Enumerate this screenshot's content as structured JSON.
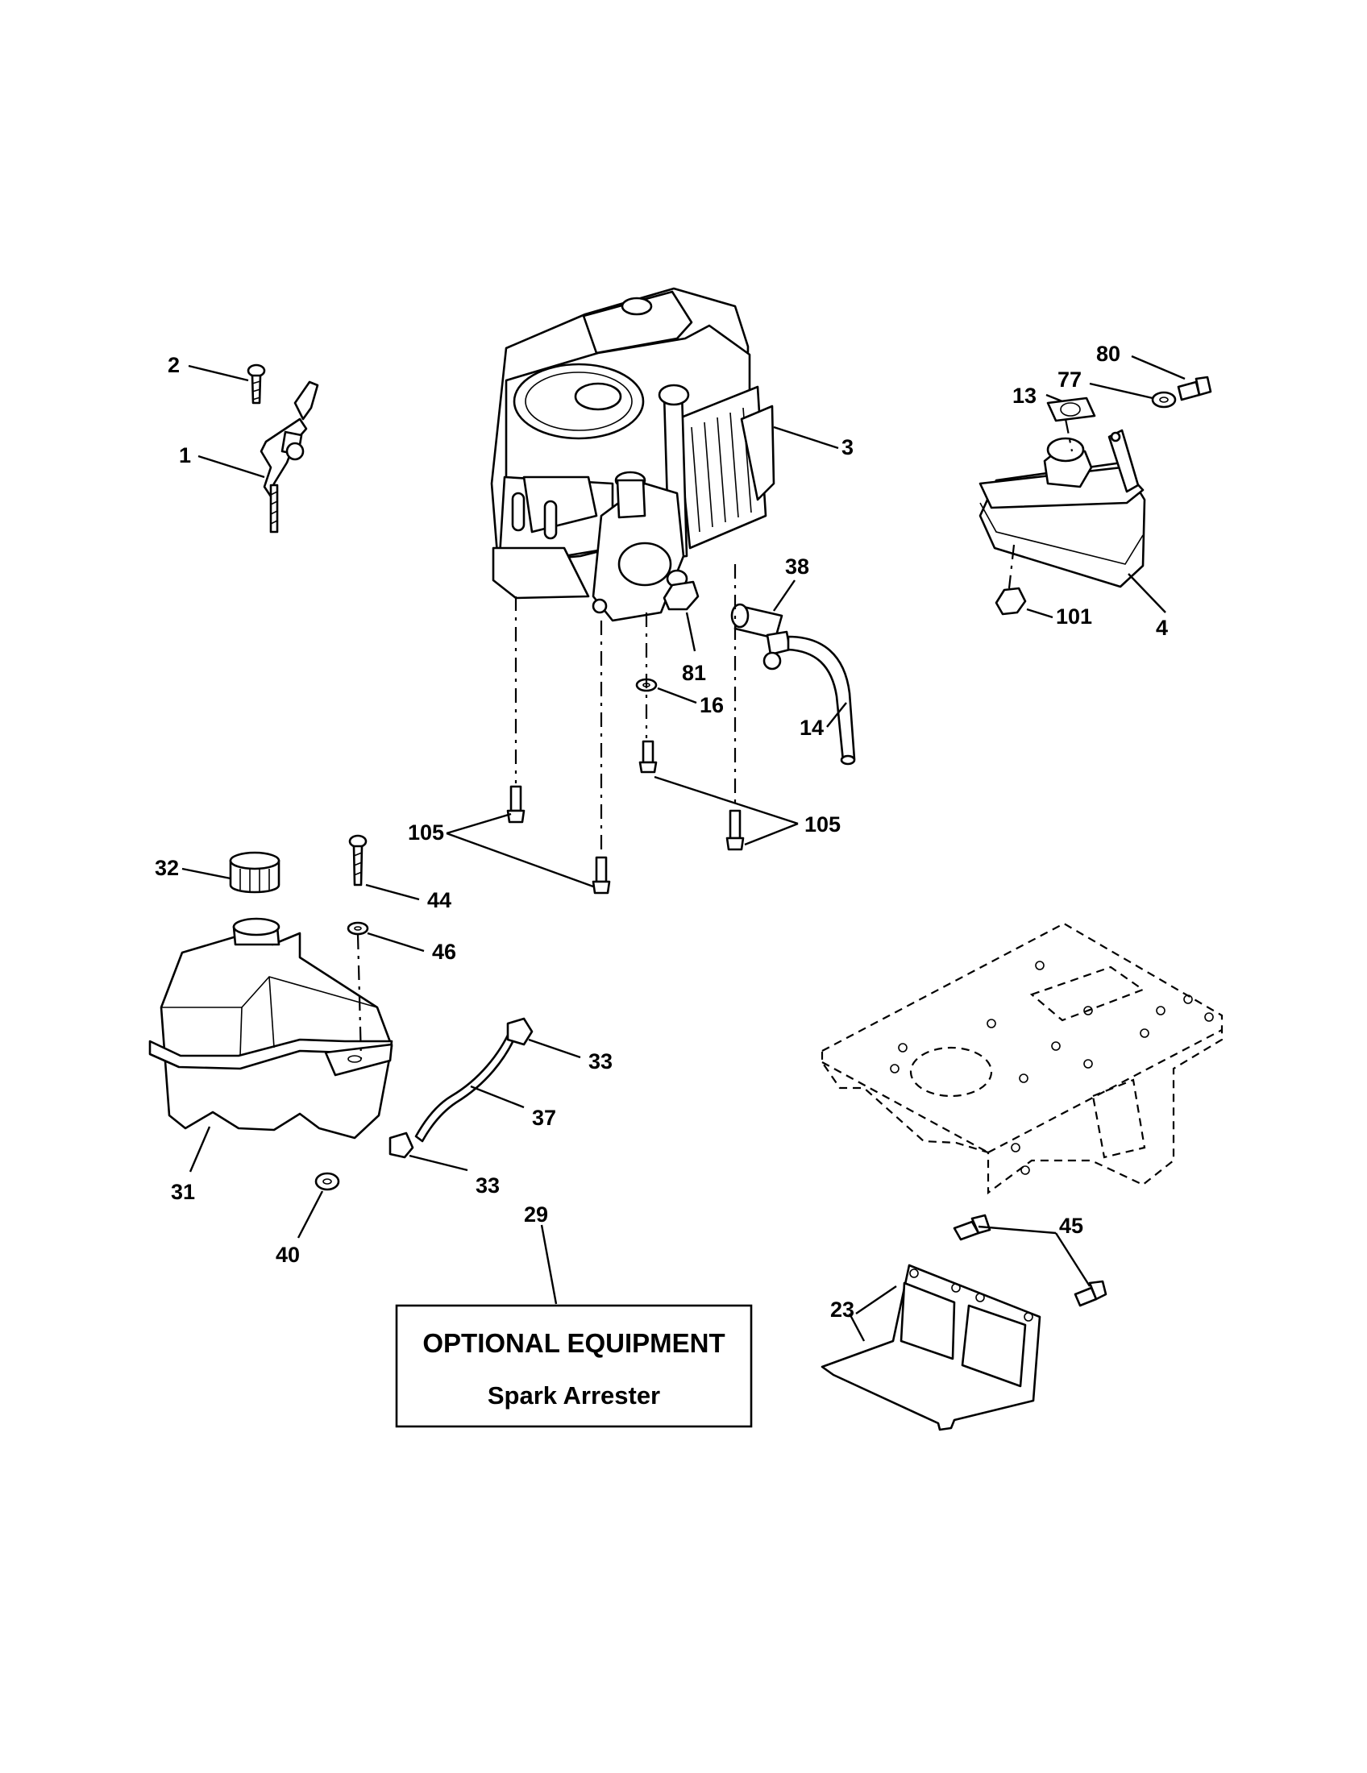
{
  "labels": {
    "l1": "1",
    "l2": "2",
    "l3": "3",
    "l4": "4",
    "l13": "13",
    "l77": "77",
    "l80": "80",
    "l101": "101",
    "l38": "38",
    "l81": "81",
    "l16": "16",
    "l14": "14",
    "l105a": "105",
    "l105b": "105",
    "l32": "32",
    "l44": "44",
    "l46": "46",
    "l31": "31",
    "l40": "40",
    "l33a": "33",
    "l37": "37",
    "l33b": "33",
    "l29": "29",
    "l45": "45",
    "l23": "23"
  },
  "callout_box": {
    "title": "OPTIONAL EQUIPMENT",
    "subtitle": "Spark Arrester"
  }
}
